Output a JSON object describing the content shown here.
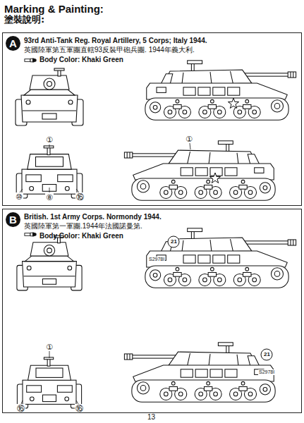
{
  "diagram": {
    "title": "Marking & Painting:",
    "nodes": [
      {
        "text": [
          "93rd Anti-Tank Reg. Royal Artillery, 5 Corps; Italy 1944.",
          "英國陸軍第五軍團直轄93反裝甲砲兵團. 1944年義大利.",
          "Body Color: Khaki Green"
        ]
      },
      {
        "text": [
          "A"
        ],
        "in": 0
      },
      {
        "text": [
          "British. 1st Army Corps. Normondy 1944.",
          "英國陸軍第一軍團.1944年法國諾曼第.",
          "Body Color: Khaki Green"
        ]
      },
      {
        "text": [
          "B"
        ],
        "in": 2
      }
    ],
    "labels": [
      "塗裝說明:",
      "①",
      "⑩",
      "⑧",
      "⑯",
      "①",
      "21",
      "S2978I",
      "①",
      "⑯",
      "⑯",
      "21",
      "S2978I",
      "13"
    ]
  }
}
